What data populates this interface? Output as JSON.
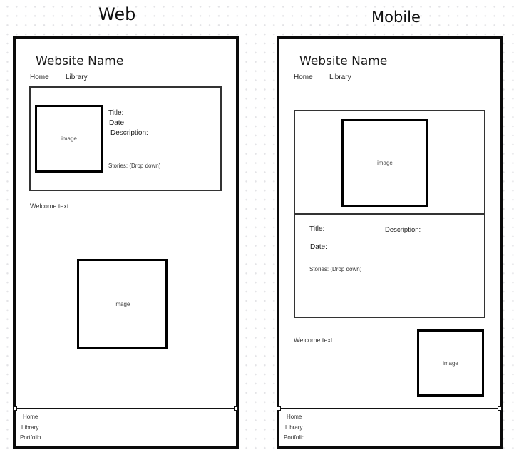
{
  "web": {
    "heading": "Web",
    "site_name": "Website Name",
    "nav": [
      "Home",
      "Library"
    ],
    "featured": {
      "image_label": "image",
      "title_label": "Title:",
      "date_label": "Date:",
      "description_label": "Description:",
      "stories_label": "Stories: (Drop down)"
    },
    "welcome_label": "Welcome text:",
    "welcome_image_label": "image",
    "footer": [
      "Home",
      "Library",
      "Portfolio"
    ]
  },
  "mobile": {
    "heading": "Mobile",
    "site_name": "Website Name",
    "nav": [
      "Home",
      "Library"
    ],
    "featured": {
      "image_label": "image",
      "title_label": "Title:",
      "date_label": "Date:",
      "description_label": "Description:",
      "stories_label": "Stories: (Drop down)"
    },
    "welcome_label": "Welcome text:",
    "welcome_image_label": "image",
    "footer": [
      "Home",
      "Library",
      "Portfolio"
    ]
  },
  "colors": {
    "frame_border": "#0a0a0a",
    "background": "#ffffff",
    "grid_dot": "#e3e3e6"
  }
}
